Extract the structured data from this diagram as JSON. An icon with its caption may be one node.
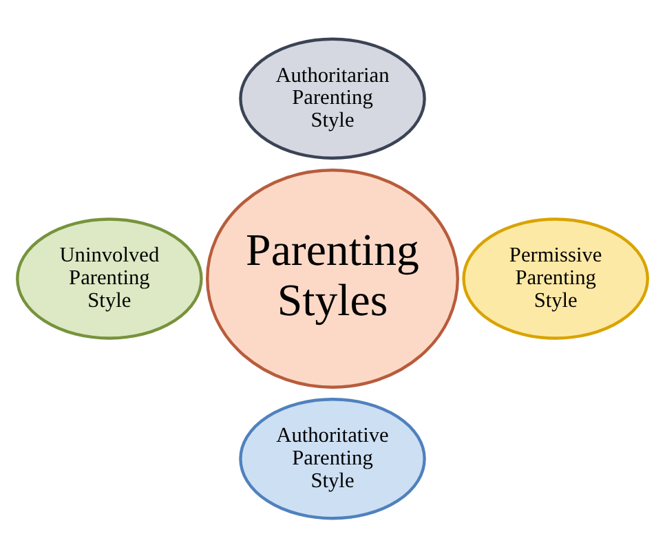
{
  "diagram": {
    "nodes": [
      {
        "text": [
          "Authoritarian Parenting Style"
        ]
      },
      {
        "text": [
          "Uninvolved Parenting Style"
        ]
      },
      {
        "text": [
          "Parenting Styles"
        ]
      },
      {
        "text": [
          "Permissive Parenting Style"
        ]
      },
      {
        "text": [
          "Authoritative Parenting Style"
        ]
      }
    ]
  }
}
